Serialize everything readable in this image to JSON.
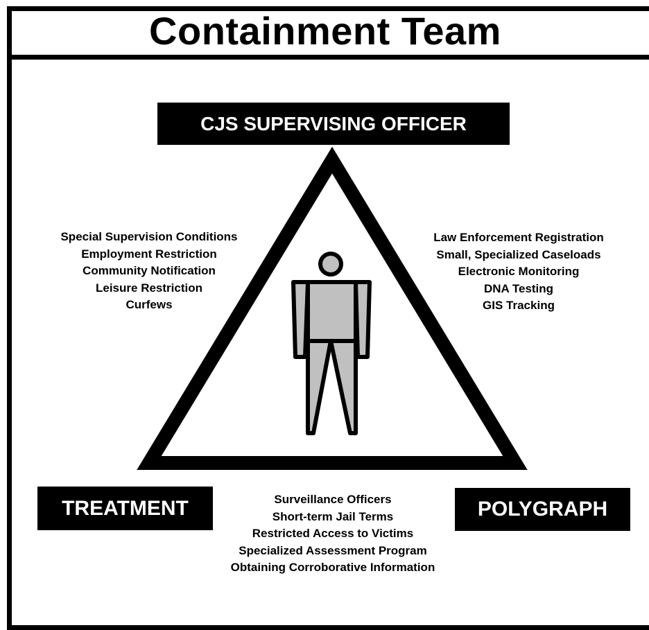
{
  "title": "Containment Team",
  "nodes": {
    "top": "CJS SUPERVISING OFFICER",
    "bottom_left": "TREATMENT",
    "bottom_right": "POLYGRAPH"
  },
  "left_items": [
    "Special Supervision Conditions",
    "Employment Restriction",
    "Community Notification",
    "Leisure Restriction",
    "Curfews"
  ],
  "right_items": [
    "Law Enforcement Registration",
    "Small, Specialized Caseloads",
    "Electronic Monitoring",
    "DNA Testing",
    "GIS Tracking"
  ],
  "bottom_items": [
    "Surveillance Officers",
    "Short-term Jail Terms",
    "Restricted Access to Victims",
    "Specialized Assessment Program",
    "Obtaining Corroborative Information"
  ],
  "colors": {
    "line": "#000000",
    "figure_fill": "#c0c0c0",
    "label_box": "#000000",
    "label_text": "#ffffff"
  }
}
